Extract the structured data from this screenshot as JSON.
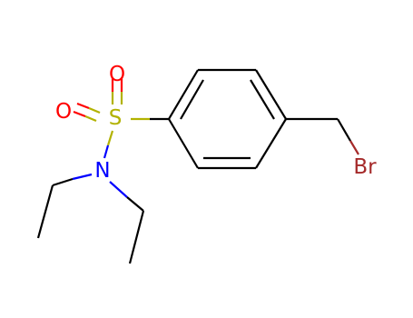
{
  "molecule": {
    "atoms": [
      {
        "symbol": "O",
        "color": "#ff0000"
      },
      {
        "symbol": "O",
        "color": "#ff0000"
      },
      {
        "symbol": "S",
        "color": "#b2b200"
      },
      {
        "symbol": "N",
        "color": "#0000ff"
      },
      {
        "symbol": "Br",
        "color": "#a52a2a"
      }
    ],
    "bond_color": "#000000"
  }
}
